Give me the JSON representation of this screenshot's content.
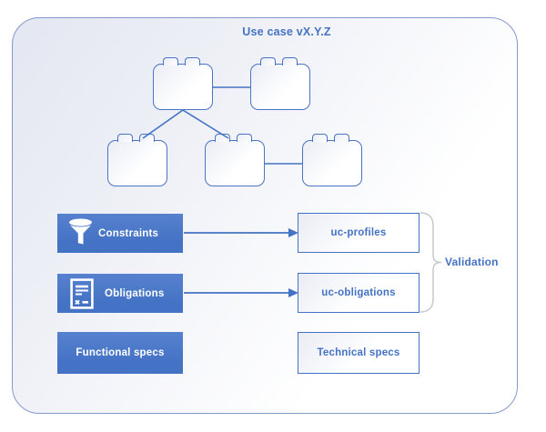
{
  "diagram": {
    "title": "Use case vX.Y.Z",
    "left_column": [
      {
        "label": "Constraints",
        "icon": "funnel-icon"
      },
      {
        "label": "Obligations",
        "icon": "document-icon"
      },
      {
        "label": "Functional specs",
        "icon": "none"
      }
    ],
    "right_column": [
      {
        "label": "uc-profiles"
      },
      {
        "label": "uc-obligations"
      },
      {
        "label": "Technical specs"
      }
    ],
    "validation": {
      "label": "Validation"
    },
    "bricks": {
      "top_row_count": 2,
      "bottom_row_count": 3
    },
    "colors": {
      "accent_blue": "#4472C4",
      "container_border": "#8598CD",
      "bracket_gray": "#C5C8CF",
      "text_on_blue": "#FFFFFF"
    }
  }
}
